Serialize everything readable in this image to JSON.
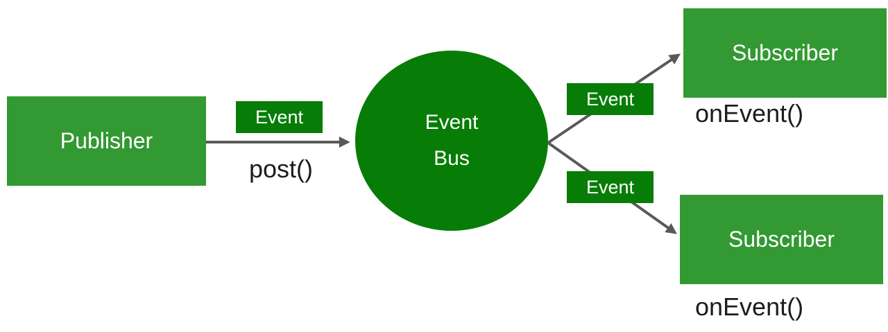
{
  "colors": {
    "box_green": "#339933",
    "dark_green": "#077d07",
    "arrow_gray": "#595959",
    "text_white": "#ffffff",
    "text_black": "#1c1c1c",
    "canvas_bg": "#ffffff"
  },
  "diagram": {
    "publisher": {
      "label": "Publisher",
      "method": "post()"
    },
    "event_bus": {
      "line1": "Event",
      "line2": "Bus"
    },
    "event_tags": {
      "to_bus": "Event",
      "to_subscriber_1": "Event",
      "to_subscriber_2": "Event"
    },
    "subscribers": [
      {
        "label": "Subscriber",
        "handler": "onEvent()"
      },
      {
        "label": "Subscriber",
        "handler": "onEvent()"
      }
    ]
  }
}
